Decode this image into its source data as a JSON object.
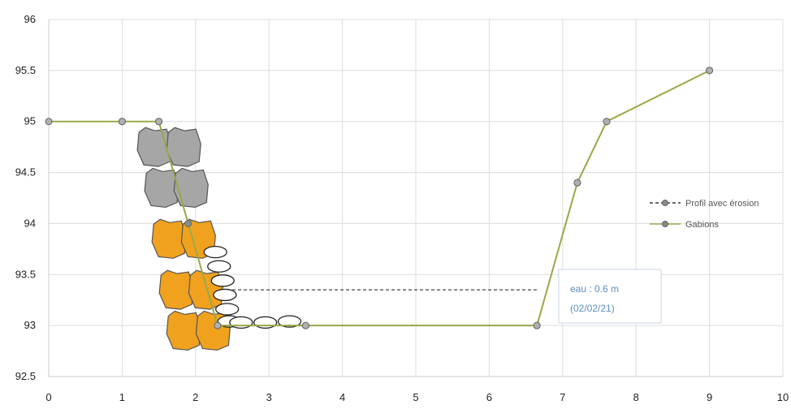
{
  "chart_data": {
    "type": "line",
    "xlim": [
      0,
      10
    ],
    "ylim": [
      92.5,
      96
    ],
    "x_ticks": [
      "0",
      "1",
      "2",
      "3",
      "4",
      "5",
      "6",
      "7",
      "8",
      "9",
      "10"
    ],
    "y_ticks": [
      "92.5",
      "93",
      "93.5",
      "94",
      "94.5",
      "95",
      "95.5",
      "96"
    ],
    "y_tick_values": [
      92.5,
      93,
      93.5,
      94,
      94.5,
      95,
      95.5,
      96
    ],
    "grid": true,
    "legend_position": "right",
    "series": [
      {
        "name": "Profil avec érosion",
        "color": "#3a3a3a",
        "dash": "dashed",
        "points": [
          [
            1.0,
            95.0
          ],
          [
            1.5,
            95.0
          ],
          [
            1.9,
            94.0
          ],
          [
            2.3,
            93.0
          ],
          [
            3.5,
            93.0
          ],
          [
            6.65,
            93.0
          ],
          [
            7.2,
            94.4
          ],
          [
            7.6,
            95.0
          ],
          [
            9.0,
            95.5
          ]
        ]
      },
      {
        "name": "Gabions",
        "color": "#9aa84a",
        "dash": "solid",
        "points": [
          [
            0,
            95.0
          ],
          [
            1.0,
            95.0
          ],
          [
            1.5,
            95.0
          ],
          [
            2.3,
            93.0
          ],
          [
            3.5,
            93.0
          ],
          [
            6.65,
            93.0
          ],
          [
            7.2,
            94.4
          ],
          [
            7.6,
            95.0
          ],
          [
            9.0,
            95.5
          ]
        ]
      }
    ],
    "water_level": 93.35,
    "water_x": [
      2.5,
      6.65
    ],
    "annotation": {
      "line1": "eau : 0.6 m",
      "line2": "(02/02/21)"
    },
    "gabion_colors": {
      "upper": "#a6a6a6",
      "lower": "#f0a21e",
      "outline": "#555555"
    }
  }
}
